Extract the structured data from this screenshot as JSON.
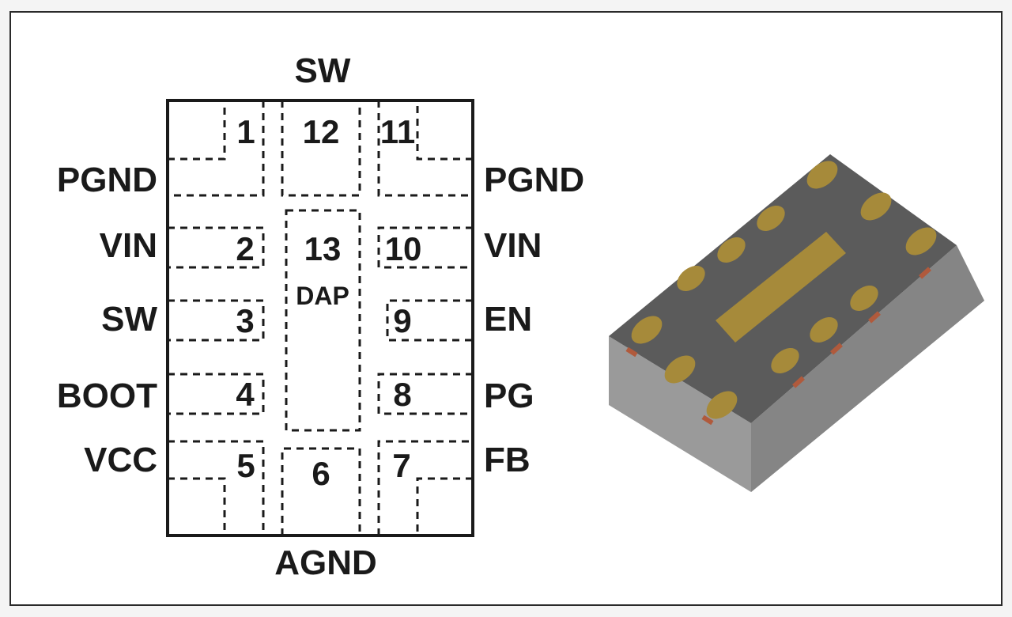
{
  "labels": {
    "top": "SW",
    "bottom": "AGND",
    "left": [
      "PGND",
      "VIN",
      "SW",
      "BOOT",
      "VCC"
    ],
    "right": [
      "PGND",
      "VIN",
      "EN",
      "PG",
      "FB"
    ]
  },
  "pins": {
    "p1": "1",
    "p2": "2",
    "p3": "3",
    "p4": "4",
    "p5": "5",
    "p6": "6",
    "p7": "7",
    "p8": "8",
    "p9": "9",
    "p10": "10",
    "p11": "11",
    "p12": "12",
    "p13": "13"
  },
  "dap": "DAP",
  "colors": {
    "package_body": "#5b5b5b",
    "pad_gold": "#a68a3a",
    "side_wall": "#8f8f8f",
    "copper_edge": "#b05a3c"
  }
}
